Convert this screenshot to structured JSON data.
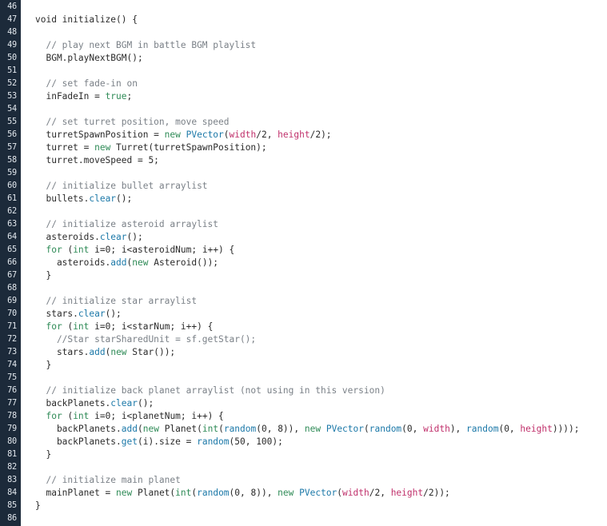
{
  "colors": {
    "gutter_bg": "#1c2a3a",
    "line_number": "#e2e8ee",
    "keyword": "#2f8b57",
    "function": "#1b78a8",
    "comment": "#7a8087",
    "builtin_var": "#c0306b",
    "text": "#2a2a2a"
  },
  "lines": [
    {
      "n": "46",
      "tokens": []
    },
    {
      "n": "47",
      "tokens": [
        {
          "t": "void initialize() {",
          "c": "pl"
        }
      ]
    },
    {
      "n": "48",
      "tokens": []
    },
    {
      "n": "49",
      "tokens": [
        {
          "t": "  // play next BGM in battle BGM playlist",
          "c": "cm"
        }
      ]
    },
    {
      "n": "50",
      "tokens": [
        {
          "t": "  BGM.playNextBGM();",
          "c": "pl"
        }
      ]
    },
    {
      "n": "51",
      "tokens": []
    },
    {
      "n": "52",
      "tokens": [
        {
          "t": "  // set fade-in on",
          "c": "cm"
        }
      ]
    },
    {
      "n": "53",
      "tokens": [
        {
          "t": "  inFadeIn = ",
          "c": "pl"
        },
        {
          "t": "true",
          "c": "kw"
        },
        {
          "t": ";",
          "c": "pl"
        }
      ]
    },
    {
      "n": "54",
      "tokens": []
    },
    {
      "n": "55",
      "tokens": [
        {
          "t": "  // set turret position, move speed",
          "c": "cm"
        }
      ]
    },
    {
      "n": "56",
      "tokens": [
        {
          "t": "  turretSpawnPosition = ",
          "c": "pl"
        },
        {
          "t": "new",
          "c": "kw"
        },
        {
          "t": " ",
          "c": "pl"
        },
        {
          "t": "PVector",
          "c": "ty"
        },
        {
          "t": "(",
          "c": "pl"
        },
        {
          "t": "width",
          "c": "vr"
        },
        {
          "t": "/2, ",
          "c": "pl"
        },
        {
          "t": "height",
          "c": "vr"
        },
        {
          "t": "/2);",
          "c": "pl"
        }
      ]
    },
    {
      "n": "57",
      "tokens": [
        {
          "t": "  turret = ",
          "c": "pl"
        },
        {
          "t": "new",
          "c": "kw"
        },
        {
          "t": " Turret(turretSpawnPosition);",
          "c": "pl"
        }
      ]
    },
    {
      "n": "58",
      "tokens": [
        {
          "t": "  turret.moveSpeed = 5;",
          "c": "pl"
        }
      ]
    },
    {
      "n": "59",
      "tokens": []
    },
    {
      "n": "60",
      "tokens": [
        {
          "t": "  // initialize bullet arraylist",
          "c": "cm"
        }
      ]
    },
    {
      "n": "61",
      "tokens": [
        {
          "t": "  bullets.",
          "c": "pl"
        },
        {
          "t": "clear",
          "c": "fn"
        },
        {
          "t": "();",
          "c": "pl"
        }
      ]
    },
    {
      "n": "62",
      "tokens": []
    },
    {
      "n": "63",
      "tokens": [
        {
          "t": "  // initialize asteroid arraylist",
          "c": "cm"
        }
      ]
    },
    {
      "n": "64",
      "tokens": [
        {
          "t": "  asteroids.",
          "c": "pl"
        },
        {
          "t": "clear",
          "c": "fn"
        },
        {
          "t": "();",
          "c": "pl"
        }
      ]
    },
    {
      "n": "65",
      "tokens": [
        {
          "t": "  ",
          "c": "pl"
        },
        {
          "t": "for",
          "c": "kw"
        },
        {
          "t": " (",
          "c": "pl"
        },
        {
          "t": "int",
          "c": "kw"
        },
        {
          "t": " i=0; i<asteroidNum; i++) {",
          "c": "pl"
        }
      ]
    },
    {
      "n": "66",
      "tokens": [
        {
          "t": "    asteroids.",
          "c": "pl"
        },
        {
          "t": "add",
          "c": "fn"
        },
        {
          "t": "(",
          "c": "pl"
        },
        {
          "t": "new",
          "c": "kw"
        },
        {
          "t": " Asteroid());",
          "c": "pl"
        }
      ]
    },
    {
      "n": "67",
      "tokens": [
        {
          "t": "  }",
          "c": "pl"
        }
      ]
    },
    {
      "n": "68",
      "tokens": []
    },
    {
      "n": "69",
      "tokens": [
        {
          "t": "  // initialize star arraylist",
          "c": "cm"
        }
      ]
    },
    {
      "n": "70",
      "tokens": [
        {
          "t": "  stars.",
          "c": "pl"
        },
        {
          "t": "clear",
          "c": "fn"
        },
        {
          "t": "();",
          "c": "pl"
        }
      ]
    },
    {
      "n": "71",
      "tokens": [
        {
          "t": "  ",
          "c": "pl"
        },
        {
          "t": "for",
          "c": "kw"
        },
        {
          "t": " (",
          "c": "pl"
        },
        {
          "t": "int",
          "c": "kw"
        },
        {
          "t": " i=0; i<starNum; i++) {",
          "c": "pl"
        }
      ]
    },
    {
      "n": "72",
      "tokens": [
        {
          "t": "    //Star starSharedUnit = sf.getStar();",
          "c": "cm"
        }
      ]
    },
    {
      "n": "73",
      "tokens": [
        {
          "t": "    stars.",
          "c": "pl"
        },
        {
          "t": "add",
          "c": "fn"
        },
        {
          "t": "(",
          "c": "pl"
        },
        {
          "t": "new",
          "c": "kw"
        },
        {
          "t": " Star());",
          "c": "pl"
        }
      ]
    },
    {
      "n": "74",
      "tokens": [
        {
          "t": "  }",
          "c": "pl"
        }
      ]
    },
    {
      "n": "75",
      "tokens": []
    },
    {
      "n": "76",
      "tokens": [
        {
          "t": "  // initialize back planet arraylist (not using in this version)",
          "c": "cm"
        }
      ]
    },
    {
      "n": "77",
      "tokens": [
        {
          "t": "  backPlanets.",
          "c": "pl"
        },
        {
          "t": "clear",
          "c": "fn"
        },
        {
          "t": "();",
          "c": "pl"
        }
      ]
    },
    {
      "n": "78",
      "tokens": [
        {
          "t": "  ",
          "c": "pl"
        },
        {
          "t": "for",
          "c": "kw"
        },
        {
          "t": " (",
          "c": "pl"
        },
        {
          "t": "int",
          "c": "kw"
        },
        {
          "t": " i=0; i<planetNum; i++) {",
          "c": "pl"
        }
      ]
    },
    {
      "n": "79",
      "tokens": [
        {
          "t": "    backPlanets.",
          "c": "pl"
        },
        {
          "t": "add",
          "c": "fn"
        },
        {
          "t": "(",
          "c": "pl"
        },
        {
          "t": "new",
          "c": "kw"
        },
        {
          "t": " Planet(",
          "c": "pl"
        },
        {
          "t": "int",
          "c": "kw"
        },
        {
          "t": "(",
          "c": "pl"
        },
        {
          "t": "random",
          "c": "fn"
        },
        {
          "t": "(0, 8)), ",
          "c": "pl"
        },
        {
          "t": "new",
          "c": "kw"
        },
        {
          "t": " ",
          "c": "pl"
        },
        {
          "t": "PVector",
          "c": "ty"
        },
        {
          "t": "(",
          "c": "pl"
        },
        {
          "t": "random",
          "c": "fn"
        },
        {
          "t": "(0, ",
          "c": "pl"
        },
        {
          "t": "width",
          "c": "vr"
        },
        {
          "t": "), ",
          "c": "pl"
        },
        {
          "t": "random",
          "c": "fn"
        },
        {
          "t": "(0, ",
          "c": "pl"
        },
        {
          "t": "height",
          "c": "vr"
        },
        {
          "t": "))));",
          "c": "pl"
        }
      ]
    },
    {
      "n": "80",
      "tokens": [
        {
          "t": "    backPlanets.",
          "c": "pl"
        },
        {
          "t": "get",
          "c": "fn"
        },
        {
          "t": "(i).size = ",
          "c": "pl"
        },
        {
          "t": "random",
          "c": "fn"
        },
        {
          "t": "(50, 100);",
          "c": "pl"
        }
      ]
    },
    {
      "n": "81",
      "tokens": [
        {
          "t": "  }",
          "c": "pl"
        }
      ]
    },
    {
      "n": "82",
      "tokens": []
    },
    {
      "n": "83",
      "tokens": [
        {
          "t": "  // initialize main planet",
          "c": "cm"
        }
      ]
    },
    {
      "n": "84",
      "tokens": [
        {
          "t": "  mainPlanet = ",
          "c": "pl"
        },
        {
          "t": "new",
          "c": "kw"
        },
        {
          "t": " Planet(",
          "c": "pl"
        },
        {
          "t": "int",
          "c": "kw"
        },
        {
          "t": "(",
          "c": "pl"
        },
        {
          "t": "random",
          "c": "fn"
        },
        {
          "t": "(0, 8)), ",
          "c": "pl"
        },
        {
          "t": "new",
          "c": "kw"
        },
        {
          "t": " ",
          "c": "pl"
        },
        {
          "t": "PVector",
          "c": "ty"
        },
        {
          "t": "(",
          "c": "pl"
        },
        {
          "t": "width",
          "c": "vr"
        },
        {
          "t": "/2, ",
          "c": "pl"
        },
        {
          "t": "height",
          "c": "vr"
        },
        {
          "t": "/2));",
          "c": "pl"
        }
      ]
    },
    {
      "n": "85",
      "tokens": [
        {
          "t": "}",
          "c": "pl"
        }
      ]
    },
    {
      "n": "86",
      "tokens": []
    }
  ]
}
